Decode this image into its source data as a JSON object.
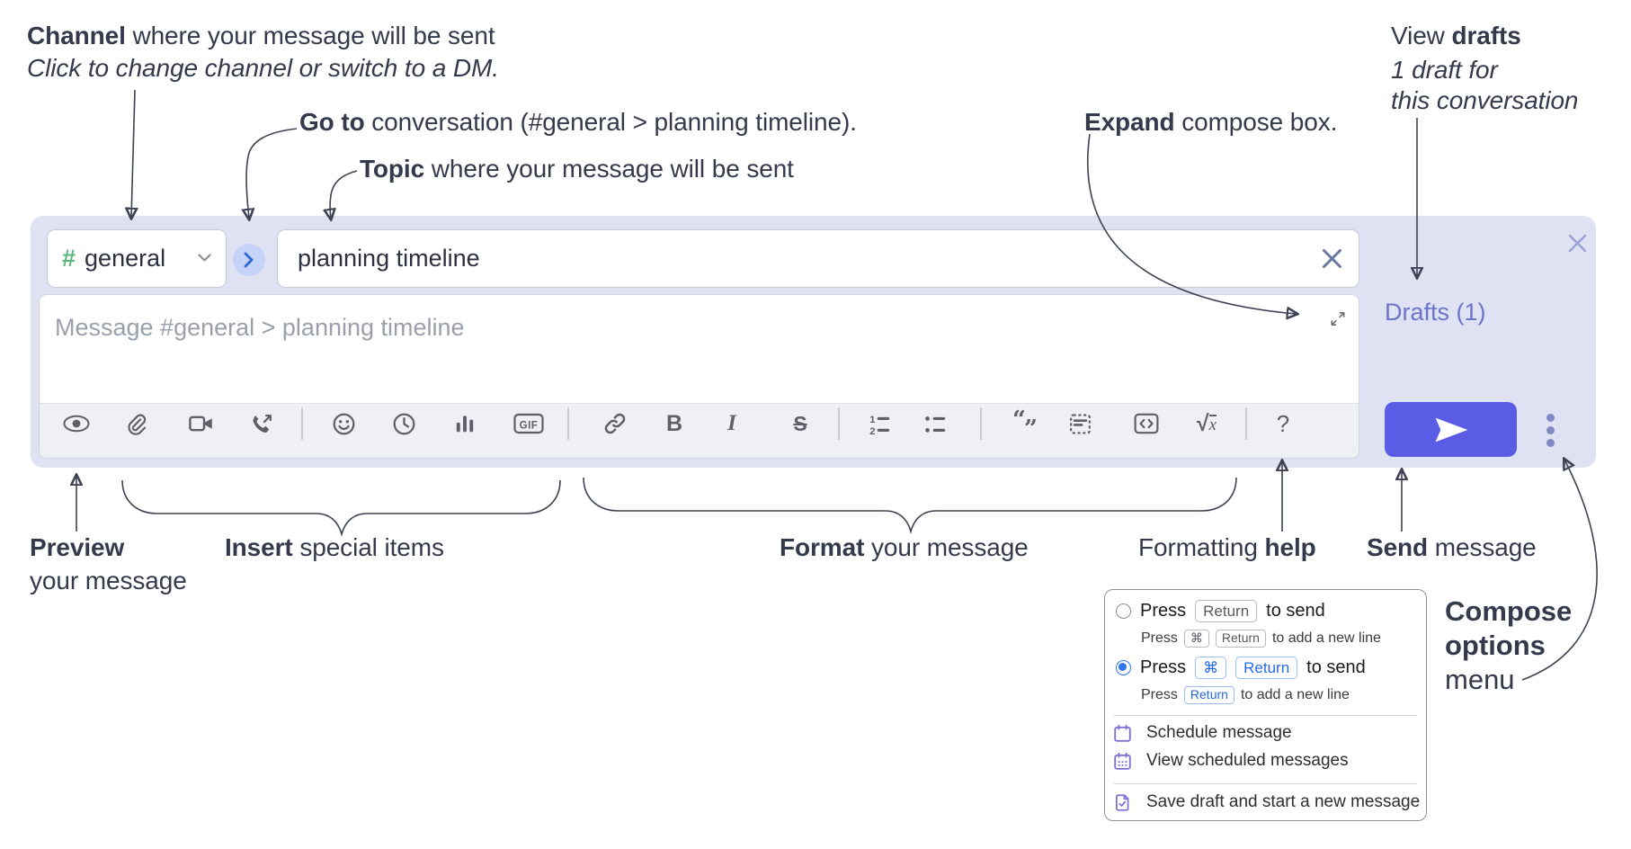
{
  "annotations": {
    "channel_line1_bold": "Channel",
    "channel_line1_rest": " where your message will be sent",
    "channel_line2": "Click to change channel or switch to a DM.",
    "goto_bold": "Go to",
    "goto_rest": " conversation (#general > planning timeline).",
    "topic_bold": "Topic",
    "topic_rest": " where your message will be sent",
    "expand_bold": "Expand",
    "expand_rest": " compose box.",
    "drafts_pre": "View ",
    "drafts_bold": "drafts",
    "drafts_line2": "1 draft for",
    "drafts_line3": "this conversation",
    "preview_bold": "Preview",
    "preview_line2": "your message",
    "insert_bold": "Insert",
    "insert_rest": " special items",
    "format_bold": "Format",
    "format_rest": " your message",
    "help_pre": "Formatting ",
    "help_bold": "help",
    "send_bold": "Send",
    "send_rest": " message",
    "compose_options_line1": "Compose",
    "compose_options_line2": "options",
    "compose_options_line3": "menu"
  },
  "compose": {
    "channel": {
      "hash": "#",
      "name": "general"
    },
    "topic_value": "planning timeline",
    "message_placeholder": "Message #general > planning timeline",
    "drafts_link": "Drafts (1)"
  },
  "toolbar": {
    "glyphs": {
      "gif": "GIF",
      "bold": "B",
      "italic": "I",
      "strike": "S",
      "ol1": "1",
      "ol2": "2",
      "quote_open": "“",
      "quote_close": "”",
      "radical": "√",
      "math_x": "x",
      "help": "?"
    },
    "icons": [
      "preview",
      "attach-file",
      "video-call",
      "voice-call",
      "emoji",
      "time",
      "poll",
      "gif",
      "link",
      "bold",
      "italic",
      "strikethrough",
      "numbered-list",
      "bulleted-list",
      "quote",
      "spoiler",
      "code",
      "math",
      "help"
    ]
  },
  "popup": {
    "option1": {
      "pre": "Press",
      "kbd": "Return",
      "post": "to send",
      "sub_pre": "Press",
      "sub_kbd1": "⌘",
      "sub_kbd2": "Return",
      "sub_post": "to add a new line"
    },
    "option2": {
      "pre": "Press",
      "kbd1": "⌘",
      "kbd2": "Return",
      "post": "to send",
      "sub_pre": "Press",
      "sub_kbd": "Return",
      "sub_post": "to add a new line"
    },
    "items": [
      {
        "label": "Schedule message"
      },
      {
        "label": "View scheduled messages"
      },
      {
        "label": "Save draft and start a new message"
      }
    ]
  },
  "colors": {
    "accent_send": "#5a5ce5",
    "drafts_link": "#6b74c8",
    "hash_green": "#58ba7d",
    "menu_icon_purple": "#7d71d6",
    "radio_blue": "#2f77ec",
    "compose_bg": "#dfe2f2"
  }
}
